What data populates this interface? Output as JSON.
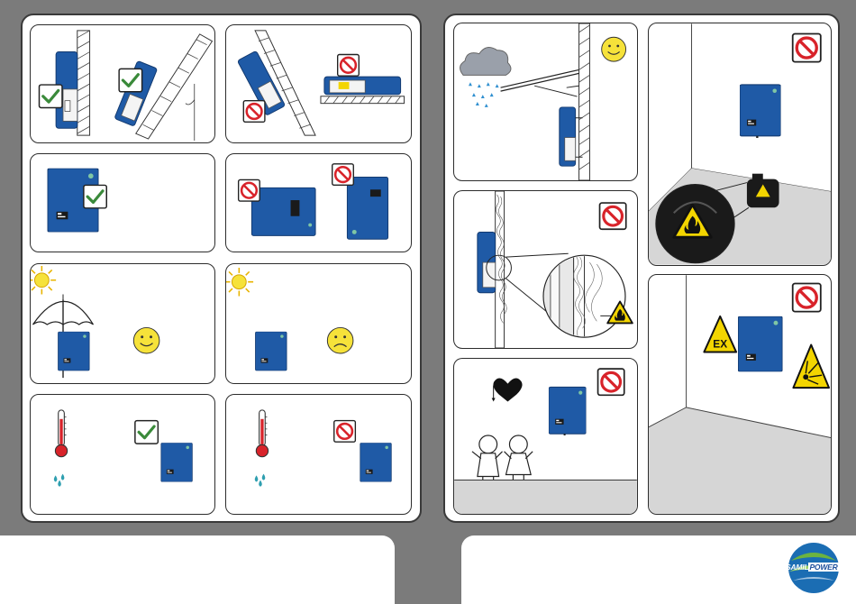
{
  "logo": {
    "brand_left": "SAMIL",
    "brand_right": "POWER",
    "colors": {
      "green": "#6cb33f",
      "blue": "#1b6db3",
      "navy": "#1d4f9c"
    }
  },
  "colors": {
    "inverter_blue": "#1f5aa6",
    "ok_green": "#3a8a3a",
    "forbid_red": "#d8232a",
    "warning_yellow": "#f3d500",
    "thermo_red": "#d8232a",
    "water_teal": "#2f9fb0",
    "background_gray": "#7b7b7b"
  },
  "panels": [
    {
      "id": "mount-tilt-back",
      "icons": [
        "check-icon",
        "check-icon"
      ]
    },
    {
      "id": "mount-tilt-forward",
      "icons": [
        "forbid-icon",
        "forbid-icon"
      ]
    },
    {
      "id": "mount-vertical",
      "icons": [
        "check-icon"
      ]
    },
    {
      "id": "mount-horizontal",
      "icons": [
        "forbid-icon",
        "forbid-icon"
      ]
    },
    {
      "id": "sun-shade",
      "icons": [
        "sun-icon",
        "umbrella-icon",
        "happy-face-icon"
      ]
    },
    {
      "id": "sun-direct",
      "icons": [
        "sun-icon",
        "sad-face-icon"
      ]
    },
    {
      "id": "temp-humidity-ok",
      "icons": [
        "thermometer-icon",
        "water-drops-icon",
        "check-icon"
      ]
    },
    {
      "id": "temp-humidity-bad",
      "icons": [
        "thermometer-icon",
        "water-drops-icon",
        "forbid-icon"
      ]
    },
    {
      "id": "rain-shelter",
      "icons": [
        "rain-cloud-icon",
        "happy-face-icon"
      ]
    },
    {
      "id": "flammable-wall",
      "icons": [
        "forbid-icon",
        "flame-warning-icon"
      ]
    },
    {
      "id": "children-reach",
      "icons": [
        "heart-icon",
        "children-icon",
        "forbid-icon"
      ]
    },
    {
      "id": "flammable-storage",
      "icons": [
        "forbid-icon",
        "flame-warning-icon"
      ]
    },
    {
      "id": "explosive-area",
      "icons": [
        "forbid-icon",
        "ex-warning-icon",
        "explosion-warning-icon"
      ]
    }
  ]
}
